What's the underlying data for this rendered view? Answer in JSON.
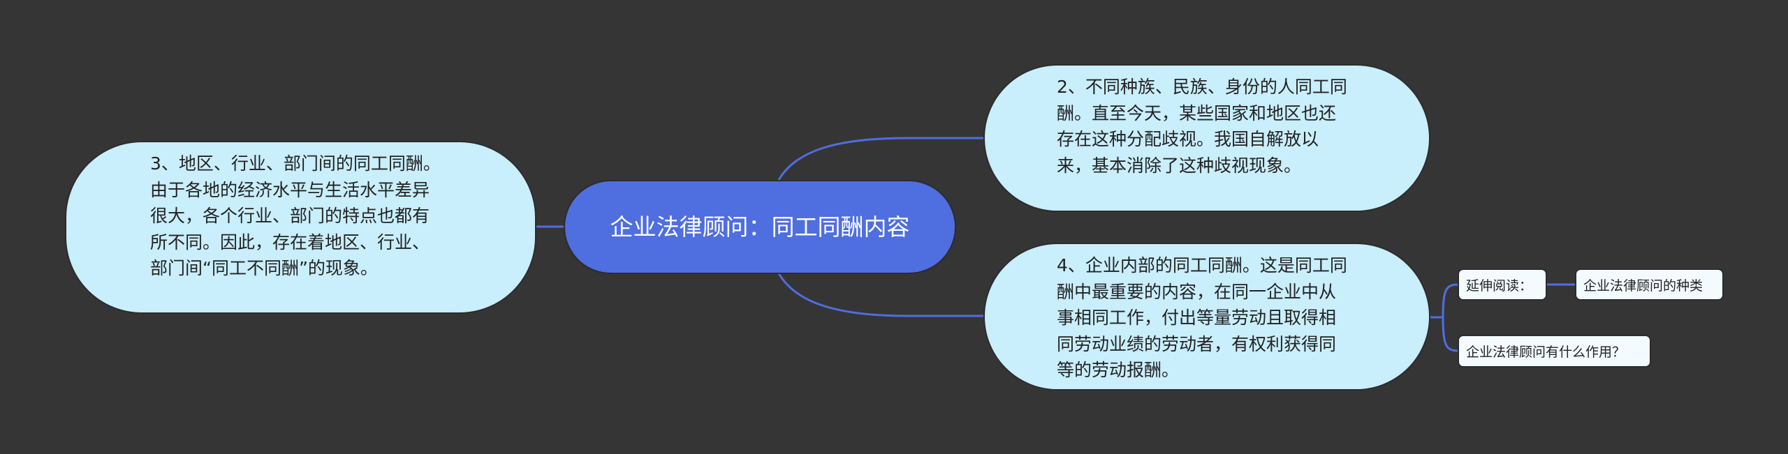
{
  "colors": {
    "background": "#363536",
    "topic": "#c9eefc",
    "root": "#4f6ee0",
    "line": "#4f6ee0",
    "leaf": "#f3fbff"
  },
  "root": {
    "title": "企业法律顾问：同工同酬内容"
  },
  "topics": [
    {
      "text": "3、地区、行业、部门间的同工同酬。由于各地的经济水平与生活水平差异很大，各个行业、部门的特点也都有所不同。因此，存在着地区、行业、部门间“同工不同酬”的现象。"
    },
    {
      "text": "2、不同种族、民族、身份的人同工同酬。直至今天，某些国家和地区也还存在这种分配歧视。我国自解放以来，基本消除了这种歧视现象。"
    },
    {
      "text": "4、企业内部的同工同酬。这是同工同酬中最重要的内容，在同一企业中从事相同工作，付出等量劳动且取得相同劳动业绩的劳动者，有权利获得同等的劳动报酬。"
    }
  ],
  "leaves": {
    "extended_reading_label": "延伸阅读：",
    "extended_reading_link": "企业法律顾问的种类",
    "question_link": "企业法律顾问有什么作用？"
  }
}
